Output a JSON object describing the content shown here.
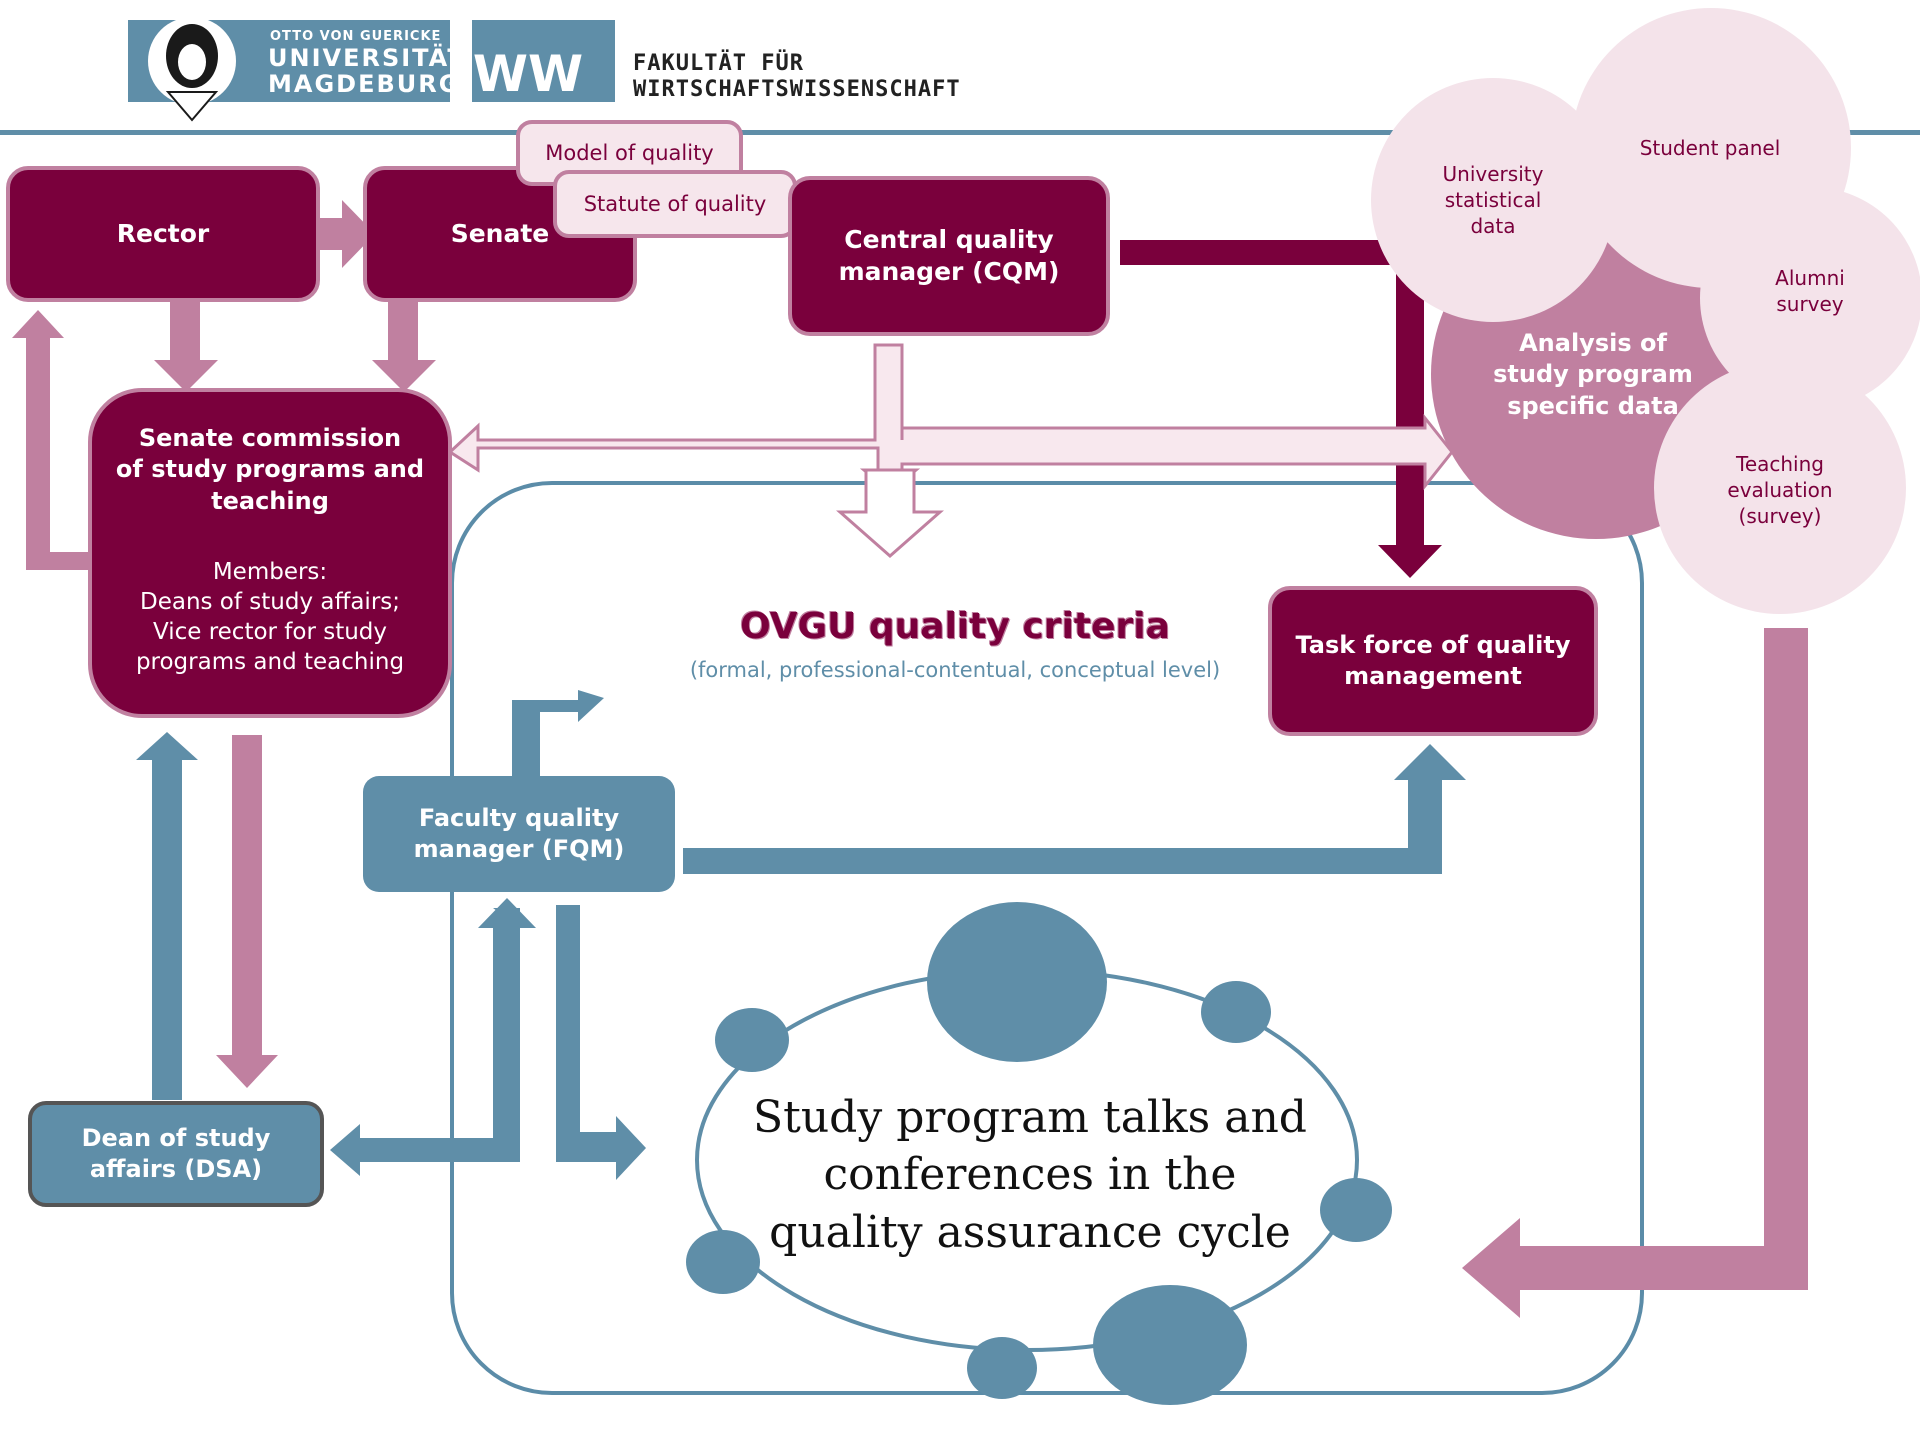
{
  "header": {
    "logo_top": "OTTO VON GUERICKE",
    "logo_line1": "UNIVERSITÄT",
    "logo_line2": "MAGDEBURG",
    "ww": "WW",
    "faculty_line1": "FAKULTÄT FÜR",
    "faculty_line2": "WIRTSCHAFTSWISSENSCHAFT"
  },
  "nodes": {
    "rector": "Rector",
    "senate": "Senate",
    "model_of_quality": "Model of quality",
    "statute_of_quality": "Statute of quality",
    "cqm_line1": "Central quality",
    "cqm_line2": "manager (CQM)",
    "commission_line1": "Senate commission",
    "commission_line2": "of study programs and",
    "commission_line3": "teaching",
    "members_label": "Members:",
    "members_line1": "Deans of study affairs;",
    "members_line2": "Vice rector for study",
    "members_line3": "programs and teaching",
    "criteria_title": "OVGU quality criteria",
    "criteria_subtitle": "(formal, professional-contentual, conceptual level)",
    "taskforce_line1": "Task force of quality",
    "taskforce_line2": "management",
    "fqm_line1": "Faculty quality",
    "fqm_line2": "manager (FQM)",
    "dsa_line1": "Dean of study",
    "dsa_line2": "affairs (DSA)",
    "cycle_line1": "Study program talks and",
    "cycle_line2": "conferences in the",
    "cycle_line3": "quality assurance cycle"
  },
  "data_sources": {
    "university_stat_line1": "University",
    "university_stat_line2": "statistical",
    "university_stat_line3": "data",
    "student_panel": "Student panel",
    "alumni_line1": "Alumni",
    "alumni_line2": "survey",
    "analysis_line1": "Analysis of",
    "analysis_line2": "study program",
    "analysis_line3": "specific data",
    "teaching_line1": "Teaching",
    "teaching_line2": "evaluation",
    "teaching_line3": "(survey)"
  },
  "colors": {
    "dark_magenta": "#7a003c",
    "mid_pink": "#c080a0",
    "light_pink": "#f6e6ec",
    "bubble_pink": "#f4e3ea",
    "steel_blue": "#5f8ea8",
    "line_blue": "#5b8ca8"
  }
}
